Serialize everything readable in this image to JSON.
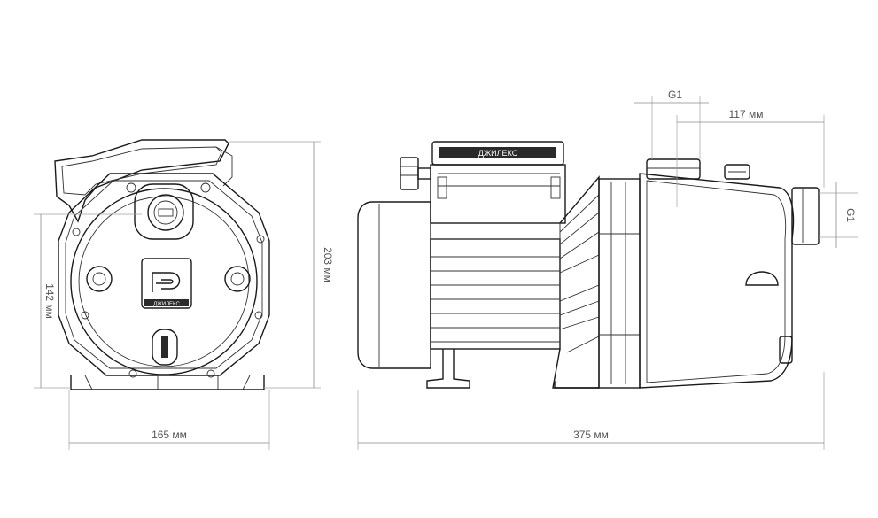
{
  "dimensions": {
    "front_width": "165 мм",
    "front_height": "203 мм",
    "front_axis_height": "142 мм",
    "side_length": "375 мм",
    "side_outlet_offset": "117 мм",
    "top_port_thread": "G1",
    "side_port_thread": "G1"
  },
  "brand": {
    "logo_text": "ДЖИЛЕКС",
    "nameplate_text": "ДЖИЛЕКС"
  },
  "colors": {
    "line": "#1a1a1a",
    "dimension": "#8a8a8a",
    "background": "#ffffff"
  }
}
